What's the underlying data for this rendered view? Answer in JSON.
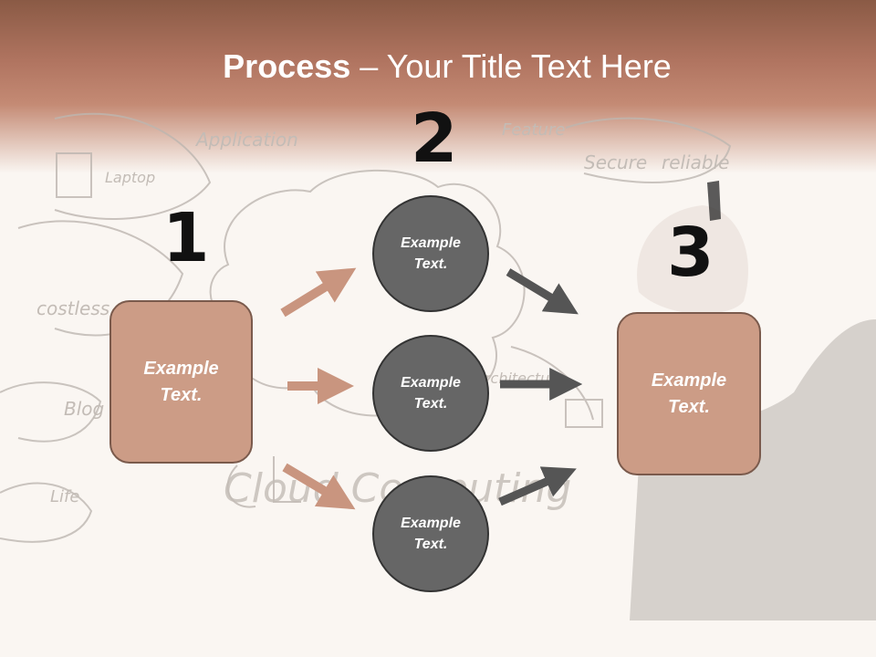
{
  "title": {
    "bold": "Process",
    "rest": " – Your Title Text Here"
  },
  "steps": {
    "one": "1",
    "two": "2",
    "three": "3"
  },
  "boxes": {
    "left": [
      "Example",
      "Text."
    ],
    "right": [
      "Example",
      "Text."
    ]
  },
  "circles": [
    [
      "Example",
      "Text."
    ],
    [
      "Example",
      "Text."
    ],
    [
      "Example",
      "Text."
    ]
  ],
  "sketch_words": [
    "Application",
    "Laptop",
    "costless",
    "Blog",
    "Life",
    "Feature",
    "Secure",
    "reliable",
    "Cloud Computing",
    "Architecture"
  ],
  "colors": {
    "box_fill": "#cc9c86",
    "circle_fill": "#666666",
    "arrow_pink": "#c9957f",
    "arrow_gray": "#555555",
    "header": "#b07460"
  }
}
